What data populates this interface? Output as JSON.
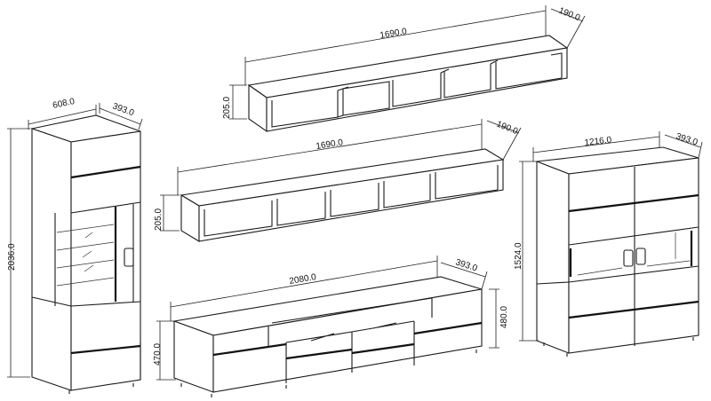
{
  "dimensions": {
    "tall_cabinet": {
      "width": "608.0",
      "depth": "393.0",
      "height": "2036.0"
    },
    "wall_shelf_top": {
      "width": "1690.0",
      "depth": "190.0",
      "height": "205.0"
    },
    "wall_shelf_bottom": {
      "width": "1690.0",
      "depth": "190.0",
      "height": "205.0"
    },
    "tv_stand": {
      "width": "2080.0",
      "depth": "393.0",
      "height_front": "470.0",
      "height_back": "480.0"
    },
    "sideboard": {
      "width": "1216.0",
      "depth": "393.0",
      "height": "1524.0"
    }
  }
}
